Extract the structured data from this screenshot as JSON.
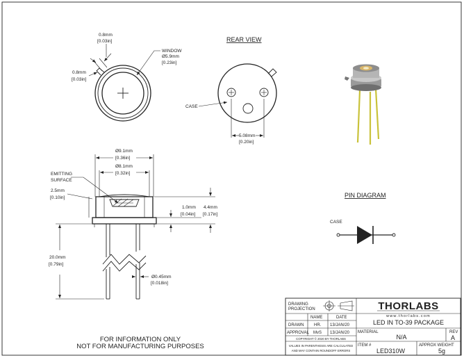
{
  "front_view": {
    "dim_top_mm": "0.8mm",
    "dim_top_in": "[0.03in]",
    "dim_left_mm": "0.8mm",
    "dim_left_in": "[0.03in]",
    "window_label": "WINDOW",
    "window_mm": "Ø5.9mm",
    "window_in": "[0.23in]"
  },
  "rear_view": {
    "title": "REAR VIEW",
    "case_label": "CASE",
    "pin_spacing_mm": "5.08mm",
    "pin_spacing_in": "[0.20in]"
  },
  "side_view": {
    "d1_mm": "Ø9.1mm",
    "d1_in": "[0.36in]",
    "d2_mm": "Ø8.1mm",
    "d2_in": "[0.32in]",
    "emitting_line1": "EMITTING",
    "emitting_line2": "SURFACE",
    "h1_mm": "2.5mm",
    "h1_in": "[0.10in]",
    "flange_mm": "1.0mm",
    "flange_in": "[0.04in]",
    "h2_mm": "4.4mm",
    "h2_in": "[0.17in]",
    "lead_len_mm": "20.0mm",
    "lead_len_in": "[0.79in]",
    "lead_dia_mm": "Ø0.45mm",
    "lead_dia_in": "[0.018in]"
  },
  "pin_diagram": {
    "title": "PIN DIAGRAM",
    "case_label": "CASE"
  },
  "notice": {
    "line1": "FOR INFORMATION ONLY",
    "line2": "NOT FOR MANUFACTURING PURPOSES"
  },
  "title_block": {
    "drawing_projection": [
      "DRAWING",
      "PROJECTION"
    ],
    "brand": "THORLABS",
    "url": "www.thorlabs.com",
    "col_name": "NAME",
    "col_date": "DATE",
    "drawn_label": "DRAWN",
    "drawn_name": "HR.",
    "drawn_date": "13/JAN/20",
    "approval_label": "APPROVAL",
    "approval_name": "MvS",
    "approval_date": "13/JAN/20",
    "copyright": "COPYRIGHT © 2020 BY THORLABS",
    "disclaimer": [
      "VALUES IN PARENTHESIS ARE CALCULATED",
      "AND MAY CONTAIN ROUNDOFF ERRORS"
    ],
    "description": "LED IN TO-39 PACKAGE",
    "material_label": "MATERIAL",
    "material": "N/A",
    "rev_label": "REV",
    "rev": "A",
    "item_label": "ITEM #",
    "item": "LED310W",
    "weight_label": "APPROX WEIGHT",
    "weight": "5g"
  }
}
